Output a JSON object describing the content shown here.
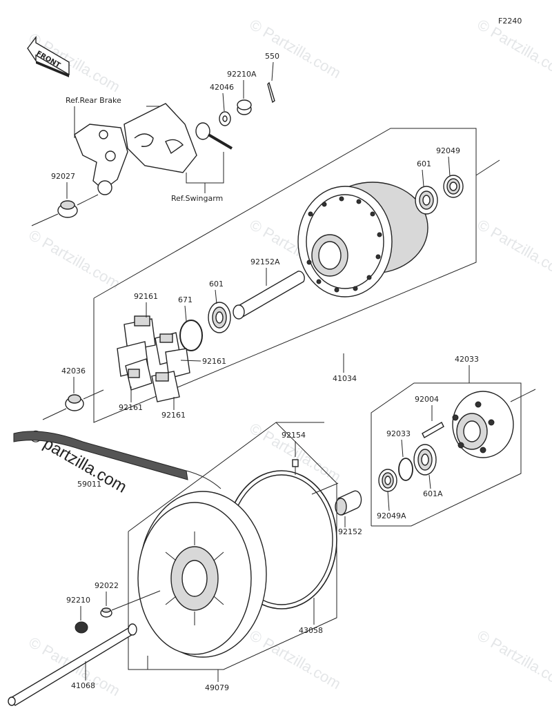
{
  "figure_id": "F2240",
  "front_label": "FRONT",
  "refs": {
    "rear_brake": "Ref.Rear Brake",
    "swingarm": "Ref.Swingarm"
  },
  "parts": {
    "p550": "550",
    "p92210A": "92210A",
    "p42046": "42046",
    "p92049": "92049",
    "p601_top": "601",
    "p92027": "92027",
    "p92152A": "92152A",
    "p601_mid": "601",
    "p671": "671",
    "p92161_top": "92161",
    "p92161_right": "92161",
    "p92161_bl": "92161",
    "p92161_br": "92161",
    "p42036": "42036",
    "p41034": "41034",
    "p42033": "42033",
    "p92004": "92004",
    "p92033": "92033",
    "p601A": "601A",
    "p92049A": "92049A",
    "p92152": "92152",
    "p92154": "92154",
    "p59011": "59011",
    "p92022": "92022",
    "p92210": "92210",
    "p43058": "43058",
    "p41068": "41068",
    "p49079": "49079"
  },
  "watermark": {
    "brand": "© Partzilla.com",
    "overlay": "© partzilla.com"
  }
}
